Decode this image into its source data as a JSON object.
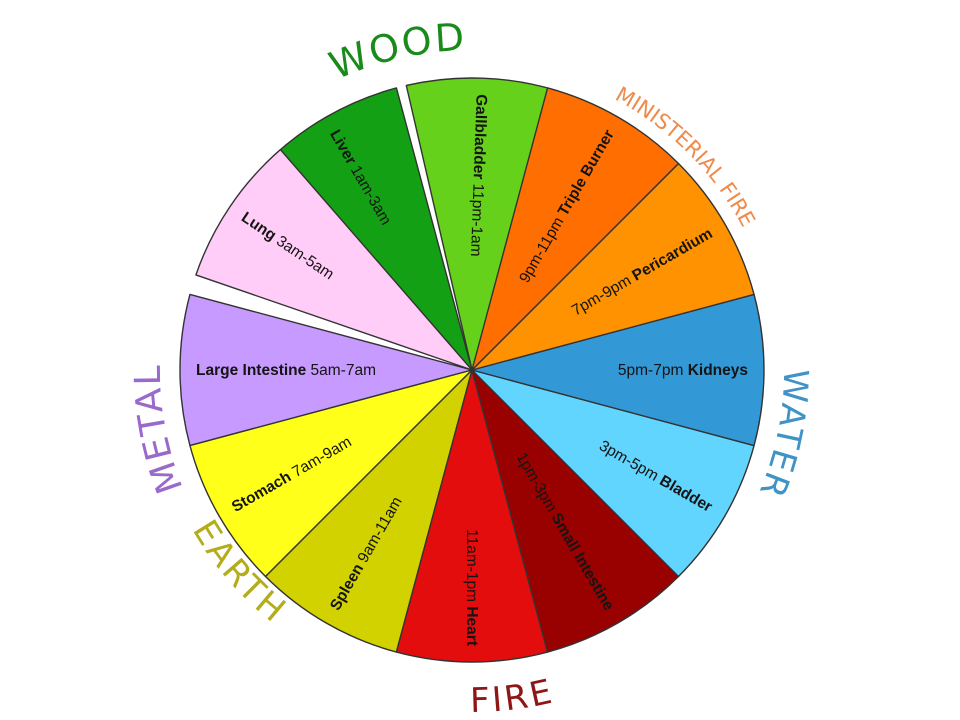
{
  "segments": [
    {
      "organ": "Gallbladder",
      "time": " 11pm-1am",
      "color": "#66d11a"
    },
    {
      "organ": "Liver",
      "time": " 1am-3am",
      "color": "#14a014"
    },
    {
      "organ": "Lung",
      "time": " 3am-5am",
      "color": "#ffcdf7"
    },
    {
      "organ": "Large Intestine",
      "time": " 5am-7am",
      "color": "#c79aff"
    },
    {
      "organ": "Stomach",
      "time": " 7am-9am",
      "color": "#ffff1a"
    },
    {
      "organ": "Spleen",
      "time": " 9am-11am",
      "color": "#d2d200"
    },
    {
      "organ": "Heart",
      "time": "11am-1pm ",
      "color": "#e30d0d"
    },
    {
      "organ": "Small Intestine",
      "time": "1pm-3pm ",
      "color": "#990000"
    },
    {
      "organ": "Bladder",
      "time": "3pm-5pm ",
      "color": "#62d5ff"
    },
    {
      "organ": "Kidneys",
      "time": "5pm-7pm ",
      "color": "#3398d6"
    },
    {
      "organ": "Pericardium",
      "time": "7pm-9pm ",
      "color": "#ff9200"
    },
    {
      "organ": "Triple Burner",
      "time": "9pm-11pm ",
      "color": "#ff6e00"
    }
  ],
  "elements": [
    {
      "label": "WOOD",
      "color": "#1a8a1a"
    },
    {
      "label": "MINISTERIAL FIRE",
      "color": "#ef8a4b"
    },
    {
      "label": "WATER",
      "color": "#3f93c7"
    },
    {
      "label": "FIRE",
      "color": "#8e1616"
    },
    {
      "label": "EARTH",
      "color": "#b3ad1c"
    },
    {
      "label": "METAL",
      "color": "#9a69cc"
    }
  ],
  "outline_color": "#333333"
}
